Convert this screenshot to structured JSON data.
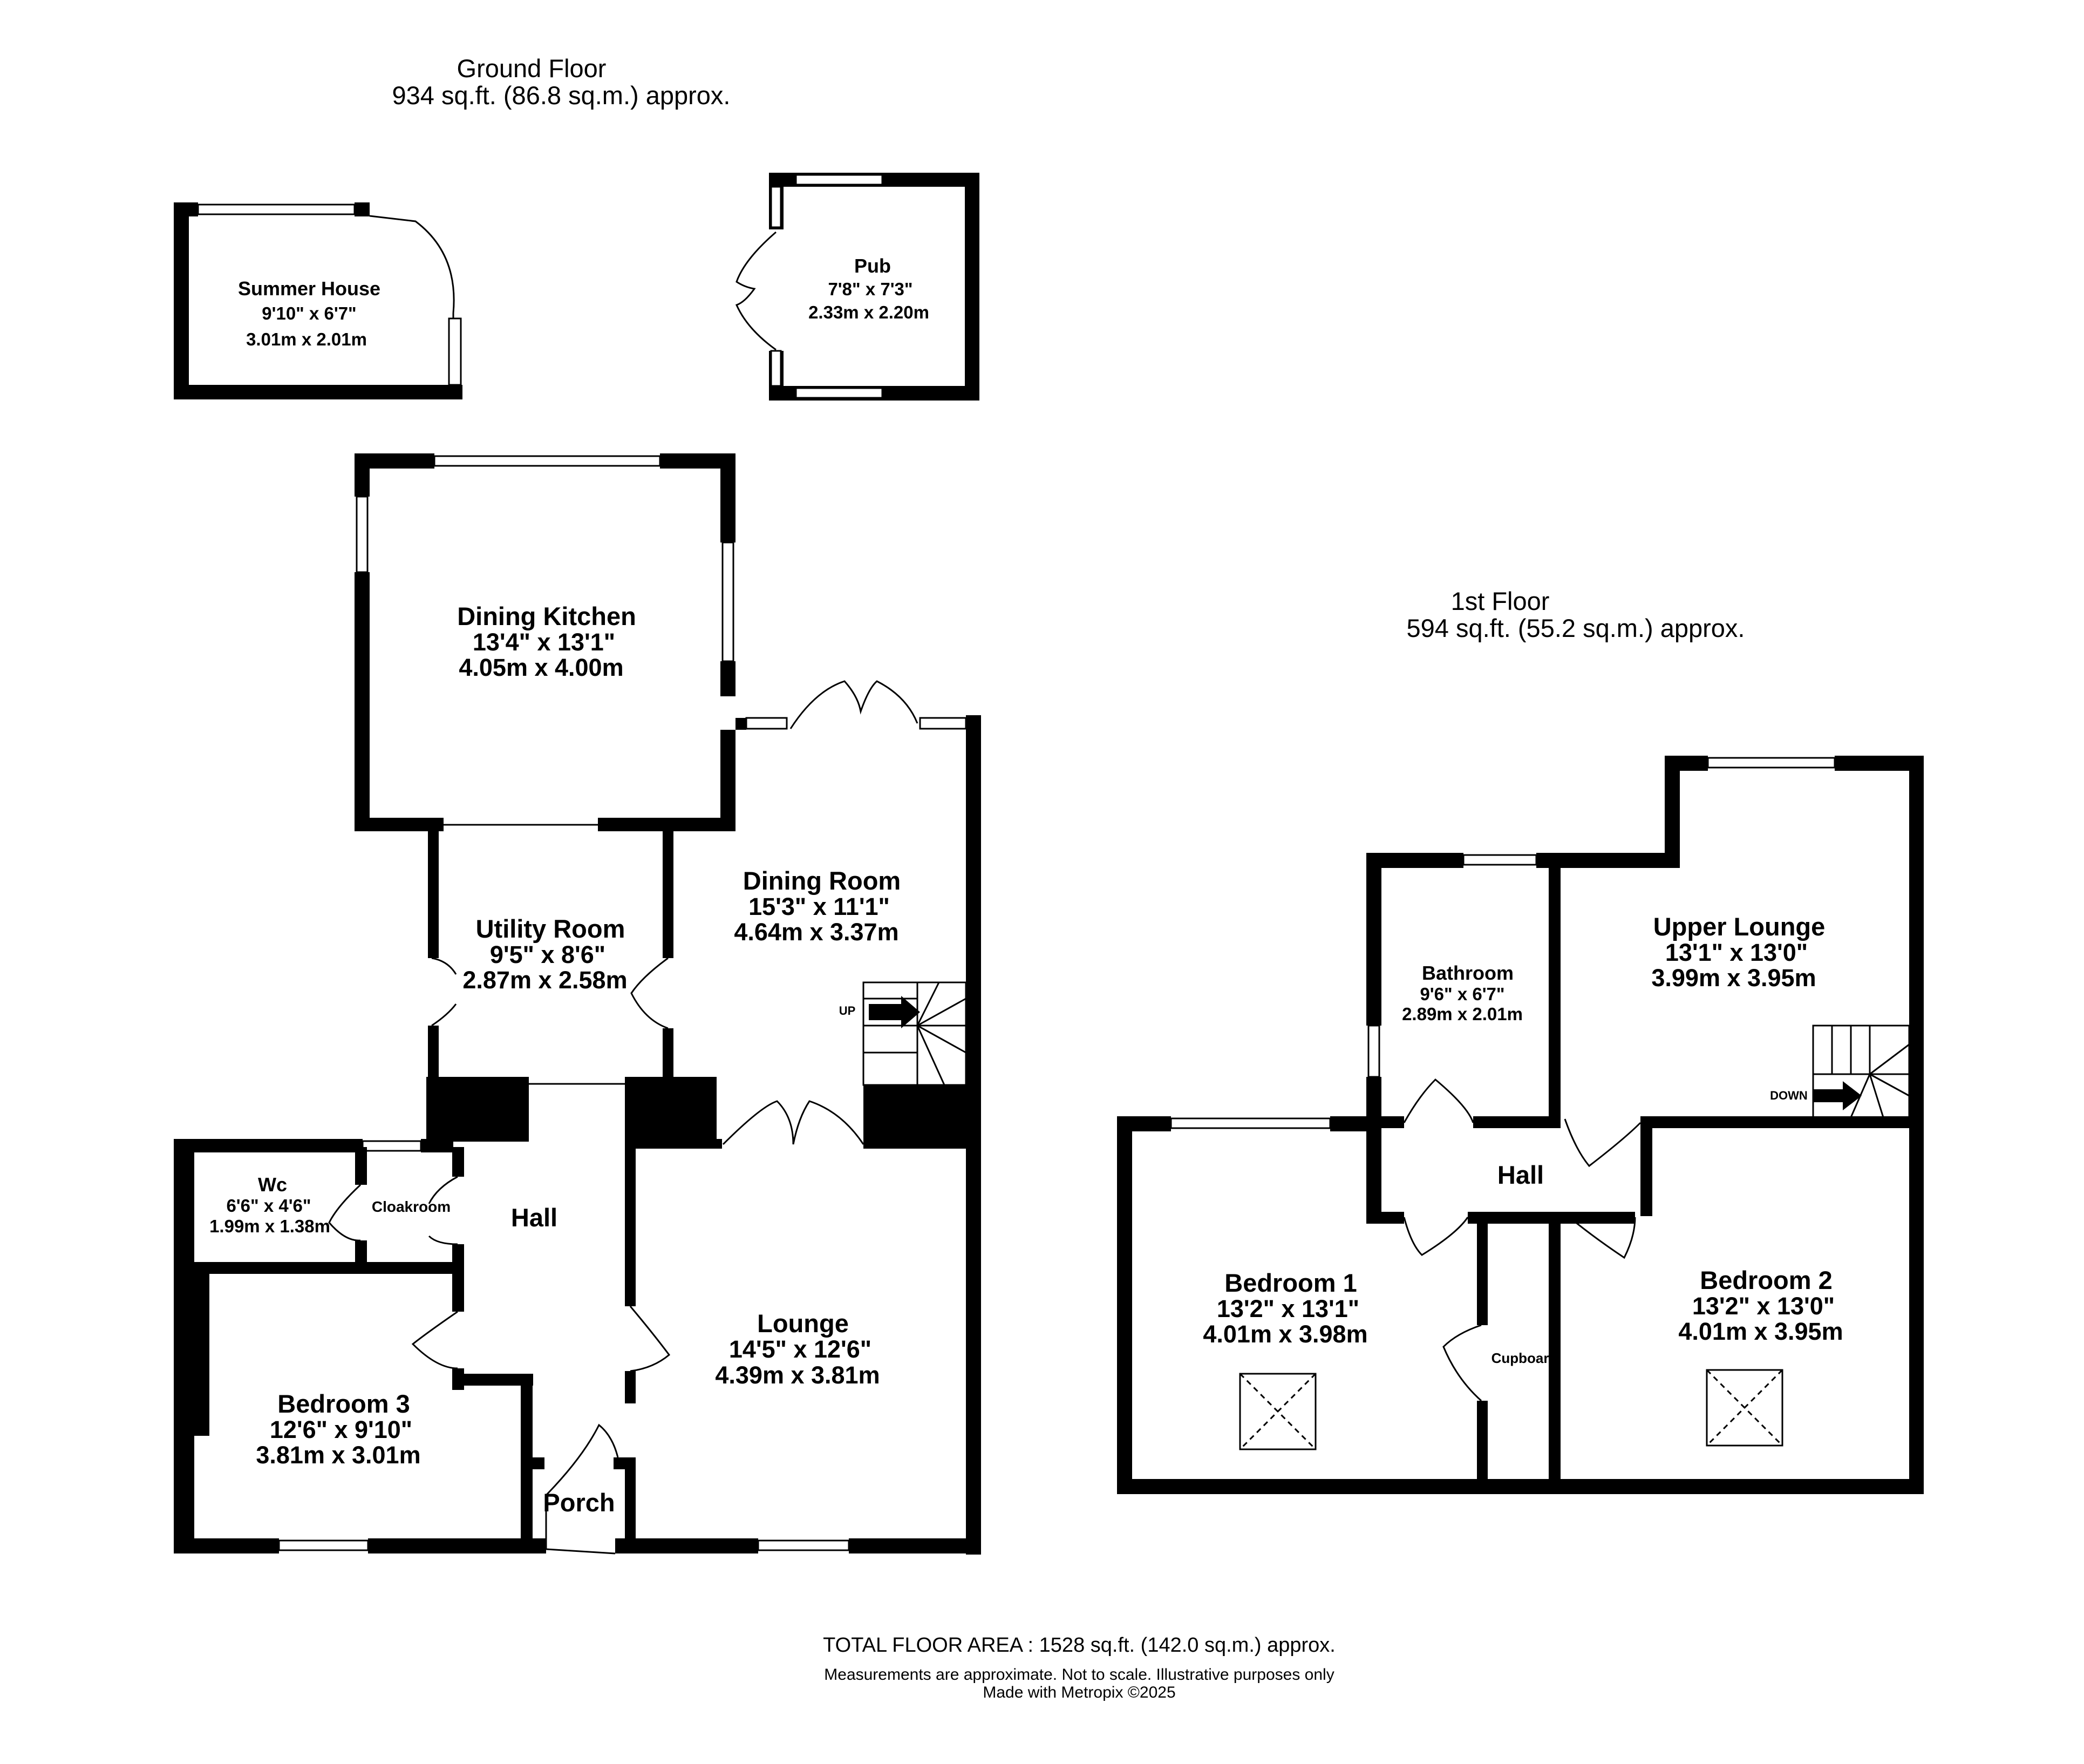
{
  "ground_floor": {
    "title": "Ground Floor",
    "area": "934 sq.ft. (86.8 sq.m.) approx."
  },
  "first_floor": {
    "title": "1st Floor",
    "area": "594 sq.ft. (55.2 sq.m.) approx."
  },
  "rooms": {
    "summer_house": {
      "name": "Summer House",
      "imperial": "9'10\"  x 6'7\"",
      "metric": "3.01m  x 2.01m"
    },
    "pub": {
      "name": "Pub",
      "imperial": "7'8\"  x 7'3\"",
      "metric": "2.33m  x 2.20m"
    },
    "dining_kitchen": {
      "name": "Dining Kitchen",
      "imperial": "13'4\"  x 13'1\"",
      "metric": "4.05m  x 4.00m"
    },
    "dining_room": {
      "name": "Dining Room",
      "imperial": "15'3\"  x 11'1\"",
      "metric": "4.64m  x 3.37m"
    },
    "utility_room": {
      "name": "Utility Room",
      "imperial": "9'5\"  x 8'6\"",
      "metric": "2.87m  x 2.58m"
    },
    "wc": {
      "name": "Wc",
      "imperial": "6'6\"  x 4'6\"",
      "metric": "1.99m  x 1.38m"
    },
    "cloakroom": {
      "name": "Cloakroom"
    },
    "hall_ground": {
      "name": "Hall"
    },
    "lounge": {
      "name": "Lounge",
      "imperial": "14'5\"  x 12'6\"",
      "metric": "4.39m  x 3.81m"
    },
    "bedroom_3": {
      "name": "Bedroom 3",
      "imperial": "12'6\"  x 9'10\"",
      "metric": "3.81m  x 3.01m"
    },
    "porch": {
      "name": "Porch"
    },
    "bathroom": {
      "name": "Bathroom",
      "imperial": "9'6\"  x 6'7\"",
      "metric": "2.89m  x 2.01m"
    },
    "upper_lounge": {
      "name": "Upper Lounge",
      "imperial": "13'1\"  x 13'0\"",
      "metric": "3.99m  x 3.95m"
    },
    "hall_first": {
      "name": "Hall"
    },
    "bedroom_1": {
      "name": "Bedroom 1",
      "imperial": "13'2\"  x 13'1\"",
      "metric": "4.01m  x 3.98m"
    },
    "bedroom_2": {
      "name": "Bedroom 2",
      "imperial": "13'2\"  x 13'0\"",
      "metric": "4.01m  x 3.95m"
    },
    "cupboard": {
      "name": "Cupboard"
    }
  },
  "stairs": {
    "up_label": "UP",
    "down_label": "DOWN"
  },
  "footer": {
    "total": "TOTAL FLOOR AREA : 1528 sq.ft. (142.0 sq.m.) approx.",
    "disclaimer": "Measurements are approximate.  Not to scale.  Illustrative purposes only",
    "credit": "Made with Metropix ©2025"
  }
}
